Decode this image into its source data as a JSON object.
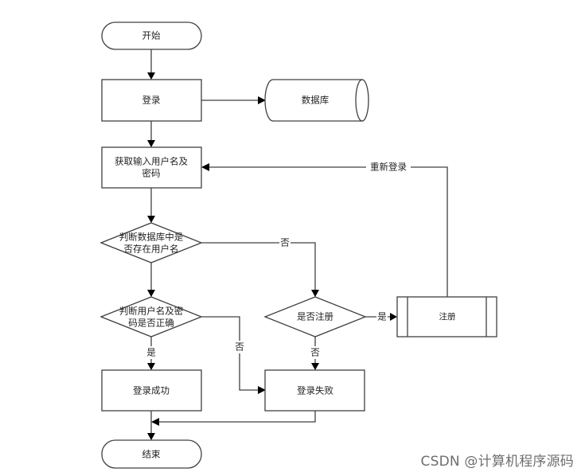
{
  "diagram": {
    "type": "flowchart",
    "nodes": {
      "start": "开始",
      "login": "登录",
      "database": "数据库",
      "get_input_line1": "获取输入用户名及",
      "get_input_line2": "密码",
      "check_user_line1": "判断数据库中是",
      "check_user_line2": "否存在用户名",
      "check_pass_line1": "判断用户名及密",
      "check_pass_line2": "码是否正确",
      "ask_register": "是否注册",
      "register": "注册",
      "login_success": "登录成功",
      "login_fail": "登录失败",
      "end": "结束"
    },
    "edge_labels": {
      "relogin": "重新登录",
      "user_not_exist": "否",
      "pass_incorrect": "否",
      "pass_correct": "是",
      "register_yes": "是",
      "register_no": "否"
    }
  },
  "watermark": "CSDN @计算机程序源码"
}
